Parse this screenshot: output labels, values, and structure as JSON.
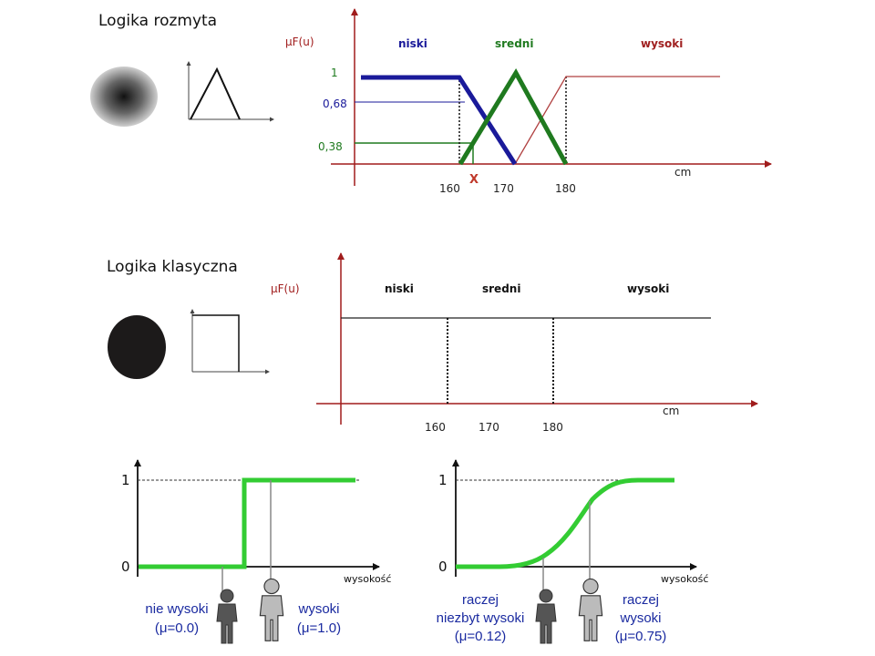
{
  "fuzzy": {
    "title": "Logika rozmyta",
    "y_label": "μF(u)",
    "sets": {
      "low": "niski",
      "mid": "sredni",
      "high": "wysoki"
    },
    "y_ticks": {
      "one": "1",
      "v068": "0,68",
      "v038": "0,38"
    },
    "x_ticks": {
      "t160": "160",
      "t170": "170",
      "t180": "180"
    },
    "x_marker": "X",
    "x_unit": "cm"
  },
  "classic": {
    "title": "Logika klasyczna",
    "y_label": "μF(u)",
    "sets": {
      "low": "niski",
      "mid": "sredni",
      "high": "wysoki"
    },
    "x_ticks": {
      "t160": "160",
      "t170": "170",
      "t180": "180"
    },
    "x_unit": "cm"
  },
  "crisp_plot": {
    "y_ticks": {
      "one": "1",
      "zero": "0"
    },
    "x_label": "wysokość",
    "left_person": {
      "line1": "nie wysoki",
      "line2": "(μ=0.0)"
    },
    "right_person": {
      "line1": "wysoki",
      "line2": "(μ=1.0)"
    }
  },
  "smooth_plot": {
    "y_ticks": {
      "one": "1",
      "zero": "0"
    },
    "x_label": "wysokość",
    "left_person": {
      "line1": "raczej",
      "line2": "niezbyt wysoki",
      "line3": "(μ=0.12)"
    },
    "right_person": {
      "line1": "raczej",
      "line2": "wysoki",
      "line3": "(μ=0.75)"
    }
  },
  "colors": {
    "axis_red": "#a01c1c",
    "low_blue": "#1a1a9a",
    "mid_green": "#1f7a1f",
    "high_red": "#a02020",
    "bright_green": "#33cc33",
    "caption_blue": "#1a2aa0"
  }
}
